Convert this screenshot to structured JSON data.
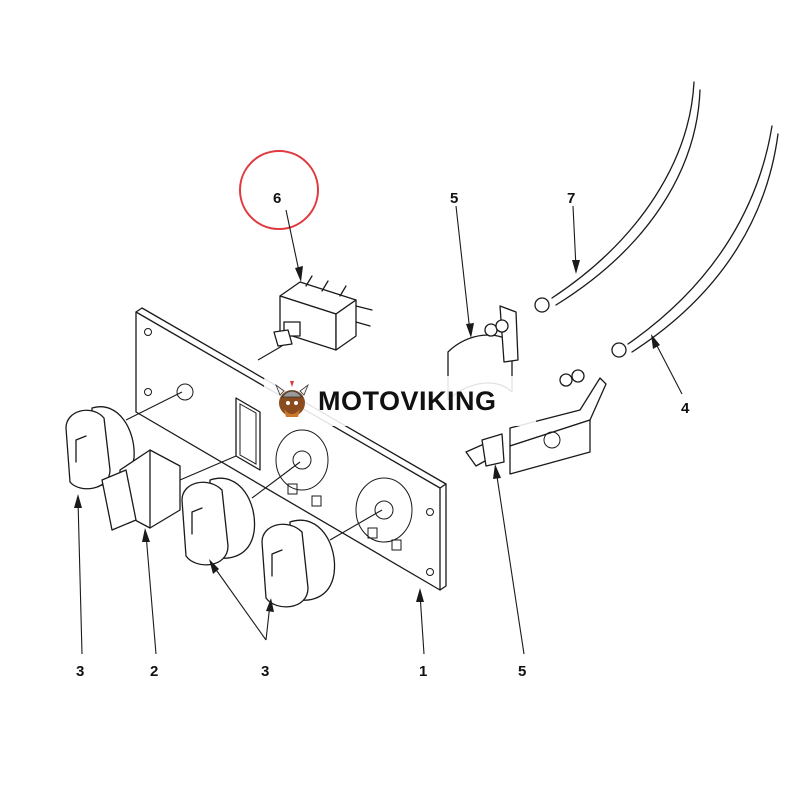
{
  "callouts": [
    {
      "id": "c6",
      "label": "6",
      "highlighted": true
    },
    {
      "id": "c5-top",
      "label": "5"
    },
    {
      "id": "c7",
      "label": "7"
    },
    {
      "id": "c4",
      "label": "4"
    },
    {
      "id": "c3-left",
      "label": "3"
    },
    {
      "id": "c2",
      "label": "2"
    },
    {
      "id": "c3-mid",
      "label": "3"
    },
    {
      "id": "c1",
      "label": "1"
    },
    {
      "id": "c5-bottom",
      "label": "5"
    }
  ],
  "watermark": {
    "text": "MOTOVIKING"
  },
  "colors": {
    "highlight_circle": "#e0393e",
    "ink": "#1a1a1a",
    "background": "#ffffff"
  }
}
